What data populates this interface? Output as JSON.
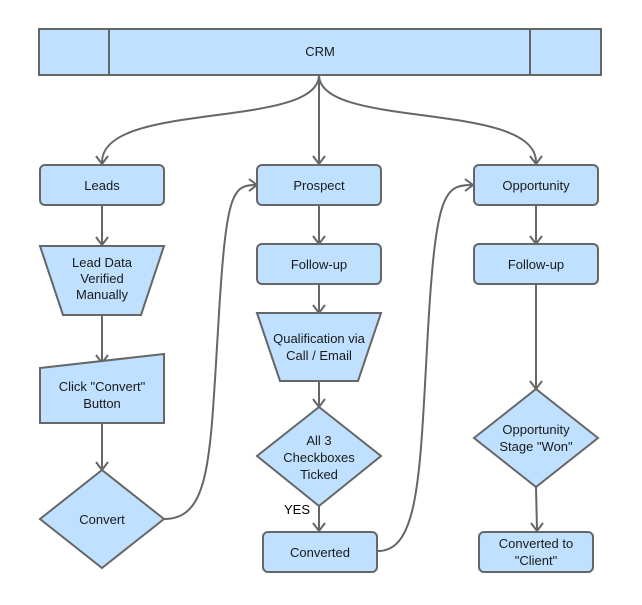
{
  "diagram": {
    "title": "CRM",
    "colors": {
      "fill": "#bfe0ff",
      "stroke": "#666666",
      "text": "#1a1a1a"
    },
    "nodes": {
      "crm": {
        "label": [
          "CRM"
        ],
        "shape": "process-bar"
      },
      "leads": {
        "label": [
          "Leads"
        ],
        "shape": "rounded-rect"
      },
      "lead_data_verified": {
        "label": [
          "Lead Data",
          "Verified",
          "Manually"
        ],
        "shape": "manual-operation"
      },
      "click_convert": {
        "label": [
          "Click \"Convert\"",
          "Button"
        ],
        "shape": "manual-input"
      },
      "convert": {
        "label": [
          "Convert"
        ],
        "shape": "diamond"
      },
      "prospect": {
        "label": [
          "Prospect"
        ],
        "shape": "rounded-rect"
      },
      "prospect_followup": {
        "label": [
          "Follow-up"
        ],
        "shape": "rounded-rect"
      },
      "qualification": {
        "label": [
          "Qualification via",
          "Call / Email"
        ],
        "shape": "manual-operation"
      },
      "checkboxes": {
        "label": [
          "All 3",
          "Checkboxes",
          "Ticked"
        ],
        "shape": "diamond"
      },
      "converted": {
        "label": [
          "Converted"
        ],
        "shape": "rounded-rect"
      },
      "opportunity": {
        "label": [
          "Opportunity"
        ],
        "shape": "rounded-rect"
      },
      "opportunity_followup": {
        "label": [
          "Follow-up"
        ],
        "shape": "rounded-rect"
      },
      "stage_won": {
        "label": [
          "Opportunity",
          "Stage \"Won\""
        ],
        "shape": "diamond"
      },
      "converted_client": {
        "label": [
          "Converted to",
          "\"Client\""
        ],
        "shape": "rounded-rect"
      }
    },
    "edges": [
      {
        "from": "crm",
        "to": "leads",
        "label": ""
      },
      {
        "from": "crm",
        "to": "prospect",
        "label": ""
      },
      {
        "from": "crm",
        "to": "opportunity",
        "label": ""
      },
      {
        "from": "leads",
        "to": "lead_data_verified",
        "label": ""
      },
      {
        "from": "lead_data_verified",
        "to": "click_convert",
        "label": ""
      },
      {
        "from": "click_convert",
        "to": "convert",
        "label": ""
      },
      {
        "from": "convert",
        "to": "prospect",
        "label": ""
      },
      {
        "from": "prospect",
        "to": "prospect_followup",
        "label": ""
      },
      {
        "from": "prospect_followup",
        "to": "qualification",
        "label": ""
      },
      {
        "from": "qualification",
        "to": "checkboxes",
        "label": ""
      },
      {
        "from": "checkboxes",
        "to": "converted",
        "label": "YES"
      },
      {
        "from": "converted",
        "to": "opportunity",
        "label": ""
      },
      {
        "from": "opportunity",
        "to": "opportunity_followup",
        "label": ""
      },
      {
        "from": "opportunity_followup",
        "to": "stage_won",
        "label": ""
      },
      {
        "from": "stage_won",
        "to": "converted_client",
        "label": ""
      }
    ]
  }
}
